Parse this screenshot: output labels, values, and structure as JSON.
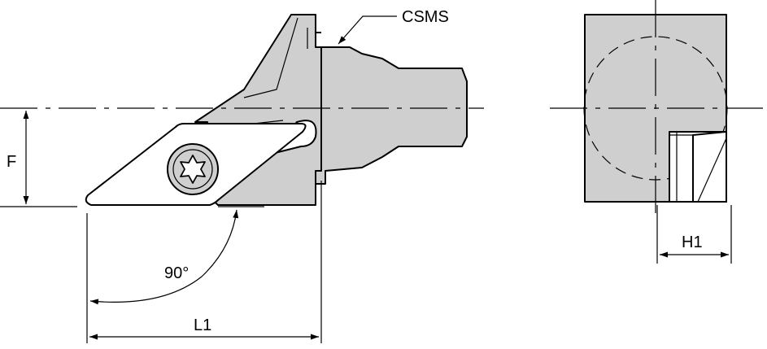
{
  "labels": {
    "csms": "CSMS",
    "f": "F",
    "angle": "90°",
    "l1": "L1",
    "h1": "H1"
  },
  "colors": {
    "body_fill": "#cfcfcf",
    "line": "#000000",
    "background": "#ffffff"
  },
  "icons": {
    "screw": "torx-screw-icon"
  }
}
